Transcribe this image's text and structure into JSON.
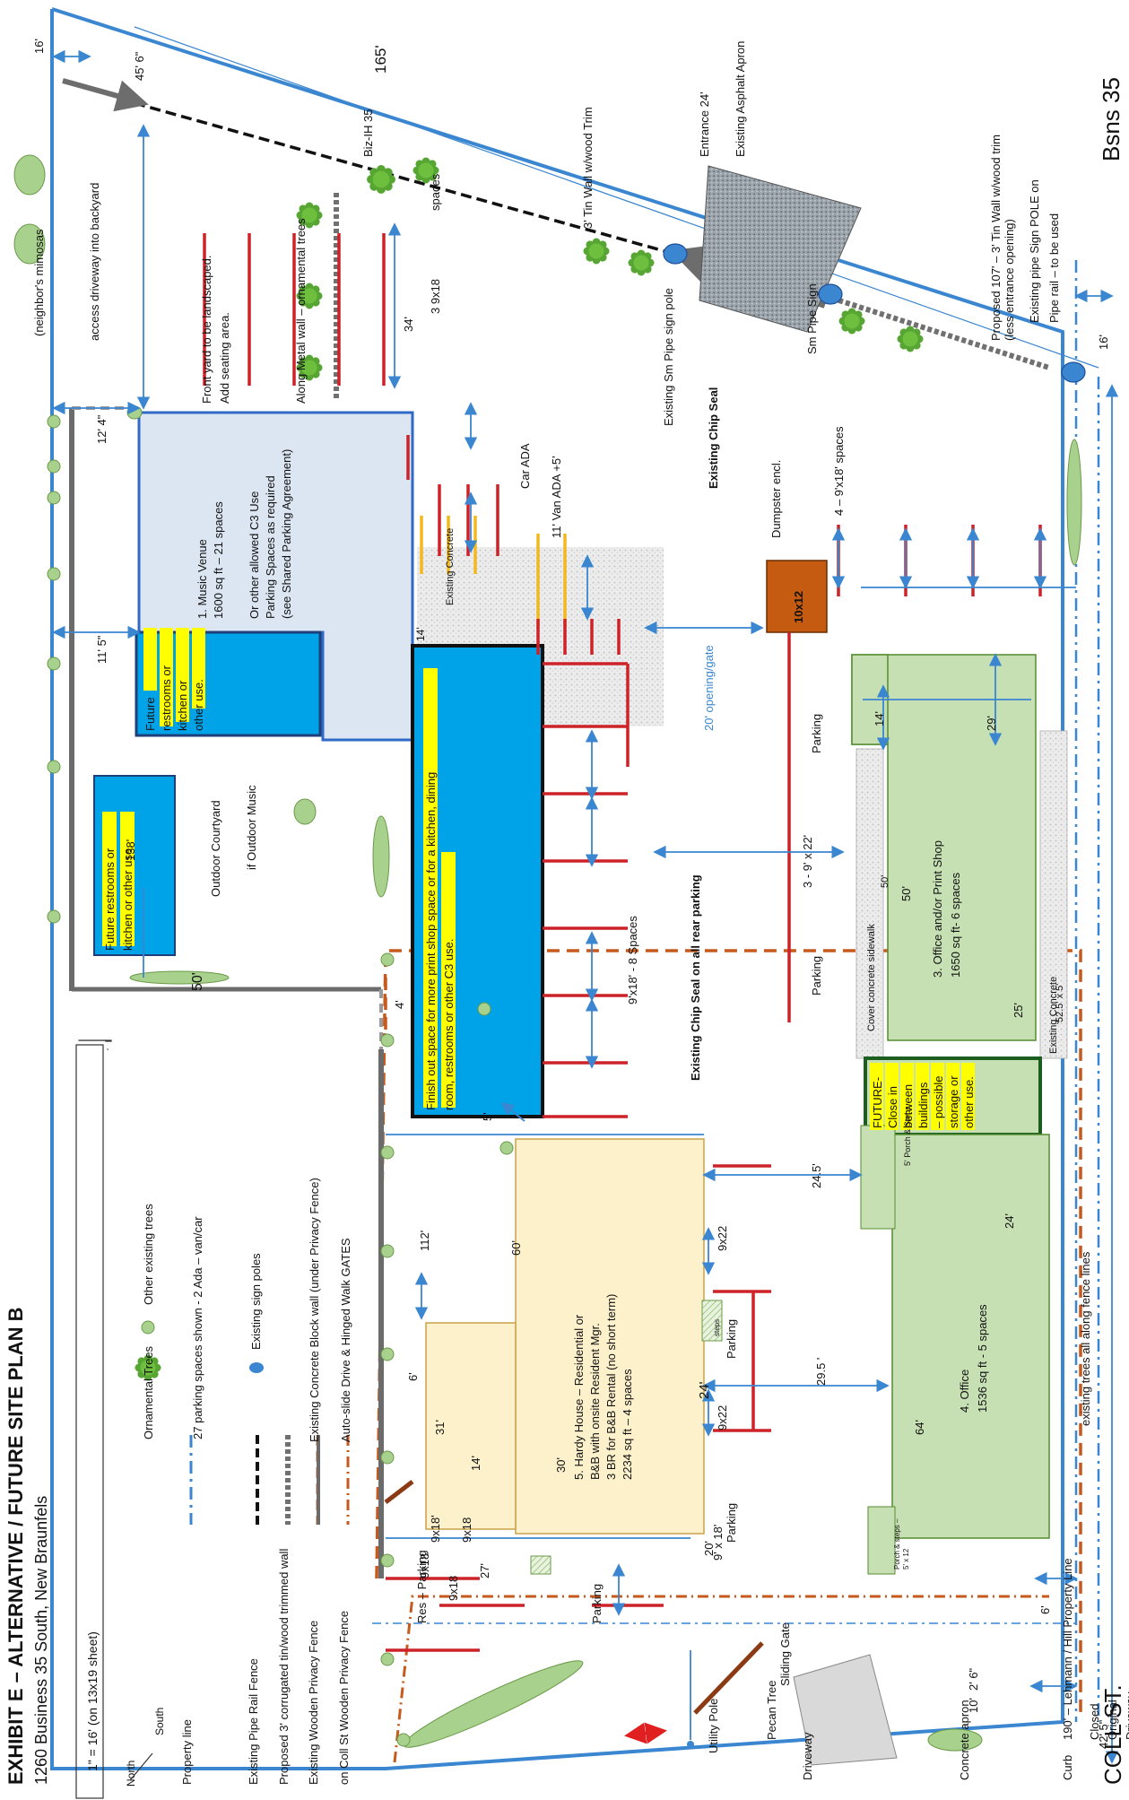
{
  "exhibit": {
    "title": "EXHIBIT E – ALTERNATIVE / FUTURE SITE PLAN B",
    "address": "1260 Business 35 South, New Braunfels",
    "scale": "1\" = 16' (on 13x19 sheet)"
  },
  "compass": {
    "north": "North",
    "south": "South"
  },
  "legend": {
    "property_line": "Property line",
    "pipe_rail": "Existing Pipe Rail Fence",
    "tin_wall": "Proposed 3' corrugated tin/wood trimmed wall",
    "wood_fence": "Existing Wooden Privacy Fence",
    "coll_fence": "on Coll St Wooden Privacy Fence",
    "ornamental": "Ornamental Trees",
    "other_trees": "Other existing trees",
    "parking_count": "27 parking spaces shown - 2 Ada – van/car",
    "sign_poles": "Existing sign poles",
    "block_wall": "Existing Concrete Block wall (under Privacy Fence)",
    "gates": "Auto-slide Drive & Hinged Walk GATES"
  },
  "streets": {
    "coll": "COLL ST.",
    "bsns": "Bsns 35"
  },
  "dims": {
    "d16_top": "16'",
    "d45": "45' 6\"",
    "d165": "165'",
    "d16_right": "16'",
    "d42": "42' 5\"",
    "d138": "138'",
    "d12_4": "12' 4\"",
    "d11_5": "11' 5\"",
    "d14a": "14'",
    "d50a": "50'",
    "d4": "4'",
    "d5": "5'",
    "d112": "112'",
    "d60": "60'",
    "d31": "31'",
    "d14b": "14'",
    "d6": "6'",
    "d30": "30'",
    "d27": "27'",
    "d20": "20'",
    "d10": "10'",
    "d2_6": "2' 6\"",
    "d6b": "6'",
    "d24": "24'",
    "d24_5": "24.5'",
    "d29_5": "29.5 '",
    "d14c": "14'",
    "d29": "29'",
    "d50b": "50'",
    "d50c": "50'",
    "d25": "25'",
    "d24b": "24'",
    "d64": "64'",
    "d52": "52.5' x 5'",
    "d34": "34'",
    "d9x18a": "9x18",
    "d9x18b": "9x18'",
    "d9x18c": "9x18",
    "d9x18d": "9x18",
    "d9x18e": "9' x 18'",
    "d9x22a": "9x22",
    "d9x22b": "9x22",
    "d3_9x22": "3 - 9' x 22'",
    "d4_9x18": "4 – 9'x18' spaces",
    "d9x18_8": "9'x18' - 8 Spaces",
    "d3_9x18": "3   9x18",
    "spaces": "spaces"
  },
  "labels": {
    "neighbor": "(neighbor's mimosas",
    "access": "access driveway into backyard",
    "front_yard_1": "Front yard to be landscaped.",
    "front_yard_2": "Add seating area.",
    "along_metal": "Along Metal wall – ornamental trees",
    "biz": "Biz-IH 35",
    "tin_trim": "3' Tin Wall w/wood Trim",
    "entrance": "Entrance 24'",
    "asphalt": "Existing Asphalt Apron",
    "sm_pole": "Existing Sm Pipe sign pole",
    "chip_seal": "Existing Chip Seal",
    "sm_pipe_sign": "Sm Pipe Sign",
    "proposed_wall_1": "Proposed 107' – 3' Tin Wall w/wood trim",
    "proposed_wall_2": "(less entrance opening)",
    "pole_box_1": "Existing pipe Sign POLE on",
    "pole_box_2": "Pipe rail – to be used",
    "dumpster": "Dumpster encl.",
    "dumpster_size": "10x12",
    "car_ada": "Car ADA",
    "van_ada": "11' Van ADA +5'",
    "existing_concrete": "Existing Concrete",
    "opening": "20' opening/gate",
    "chip_all": "Existing Chip Seal on all rear parking",
    "parking": "Parking",
    "cover_sidewalk": "Cover concrete sidewalk",
    "existing_concrete_2": "Existing Concrete",
    "courtyard": "Outdoor Courtyard",
    "outdoor_music": "if Outdoor Music",
    "steps": "steps",
    "res_parking": "Res – Parking",
    "driveway": "Driveway",
    "sliding_gate": "Sliding Gate",
    "pecan": "Pecan Tree",
    "utility": "Utility Pole",
    "closed": "Closed",
    "original": "Original",
    "driveway2": "Driveway",
    "curb": "Curb",
    "apron": "Concrete apron",
    "porch1": "5' Porch & Steps",
    "porch2": "Porch & steps –",
    "porch3": "5' x 12",
    "lehmann": "190' – Lehmann / Hill Property Line",
    "existing_trees": "existing trees all along fence lines"
  },
  "buildings": {
    "music": [
      "1.   Music Venue",
      "1600 sq ft – 21 spaces",
      "Or other allowed C3 Use",
      "Parking Spaces as required",
      "(see Shared Parking Agreement)"
    ],
    "future_restrooms_a": [
      "Future",
      "restrooms or",
      "kitchen or",
      "other use."
    ],
    "future_restrooms_b": [
      "Future restrooms or",
      "kitchen or other use."
    ],
    "finish_out": [
      "Finish out space for more print shop space or for a kitchen, dining",
      "room, restrooms or other C3 use."
    ],
    "office3": [
      "3. Office and/or Print Shop",
      "1650 sq ft- 6 spaces"
    ],
    "office4": [
      "4. Office",
      "1536 sq ft - 5 spaces"
    ],
    "future_close": [
      "FUTURE-",
      "Close in",
      "between",
      "buildings",
      "– possible",
      "storage or",
      "other use."
    ],
    "hardy": [
      "5. Hardy House – Residential or",
      "B&B with onsite Resident Mgr.",
      "3 BR for B&B Rental (no short term)",
      "2234 sq ft – 4 spaces"
    ]
  },
  "colors": {
    "property_line": "#3a86d0",
    "pipe_rail": "#111111",
    "tin_wall": "#707070",
    "wood_fence": "#c65a1e",
    "parking_line": "#cc2228",
    "ada_line": "#f2b81f",
    "building_blue": "#dce6f2",
    "building_cyan": "#00a3e8",
    "building_green": "#c6e0b4",
    "building_tan": "#fdf1cc",
    "highlight": "#ffff00",
    "dumpster": "#c55a11",
    "tree_green": "#a9d18e",
    "ornamental": "#57a533"
  }
}
